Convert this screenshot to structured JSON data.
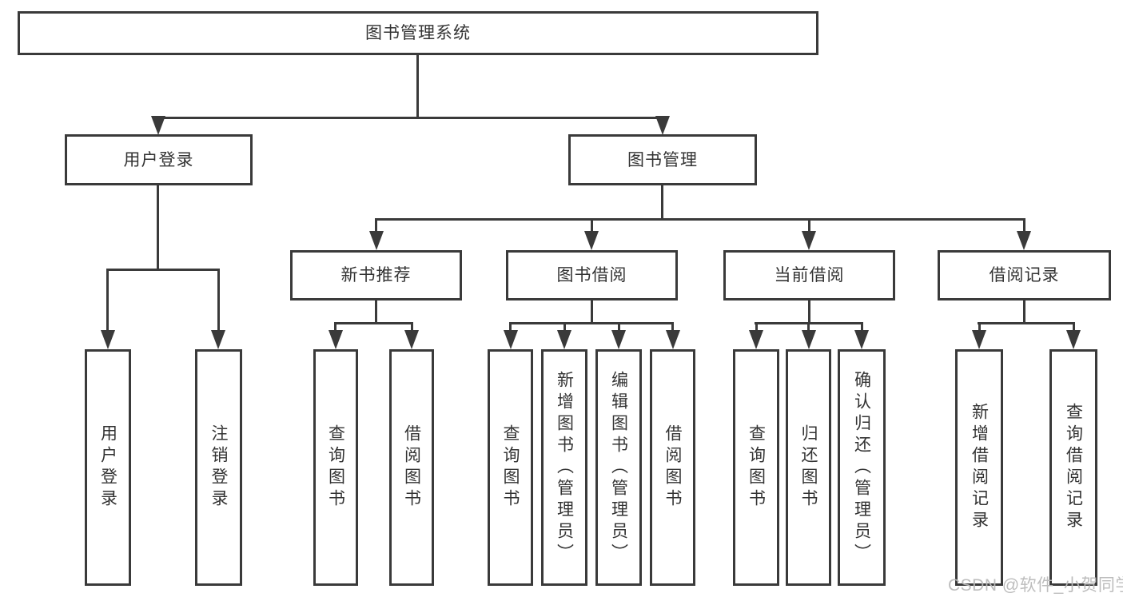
{
  "diagram": {
    "root": {
      "label": "图书管理系统"
    },
    "children": [
      {
        "label": "用户登录",
        "children": [
          {
            "label": "用户登录"
          },
          {
            "label": "注销登录"
          }
        ]
      },
      {
        "label": "图书管理",
        "children": [
          {
            "label": "新书推荐",
            "children": [
              {
                "label": "查询图书"
              },
              {
                "label": "借阅图书"
              }
            ]
          },
          {
            "label": "图书借阅",
            "children": [
              {
                "label": "查询图书"
              },
              {
                "label": "新增图书（管理员）"
              },
              {
                "label": "编辑图书（管理员）"
              },
              {
                "label": "借阅图书"
              }
            ]
          },
          {
            "label": "当前借阅",
            "children": [
              {
                "label": "查询图书"
              },
              {
                "label": "归还图书"
              },
              {
                "label": "确认归还（管理员）"
              }
            ]
          },
          {
            "label": "借阅记录",
            "children": [
              {
                "label": "新增借阅记录"
              },
              {
                "label": "查询借阅记录"
              }
            ]
          }
        ]
      }
    ]
  },
  "watermark": {
    "text": "CSDN @软件_小贺同学"
  },
  "colors": {
    "line": "#3a3a3a",
    "text": "#333333",
    "watermark": "#b9b9b9",
    "background": "#ffffff"
  }
}
